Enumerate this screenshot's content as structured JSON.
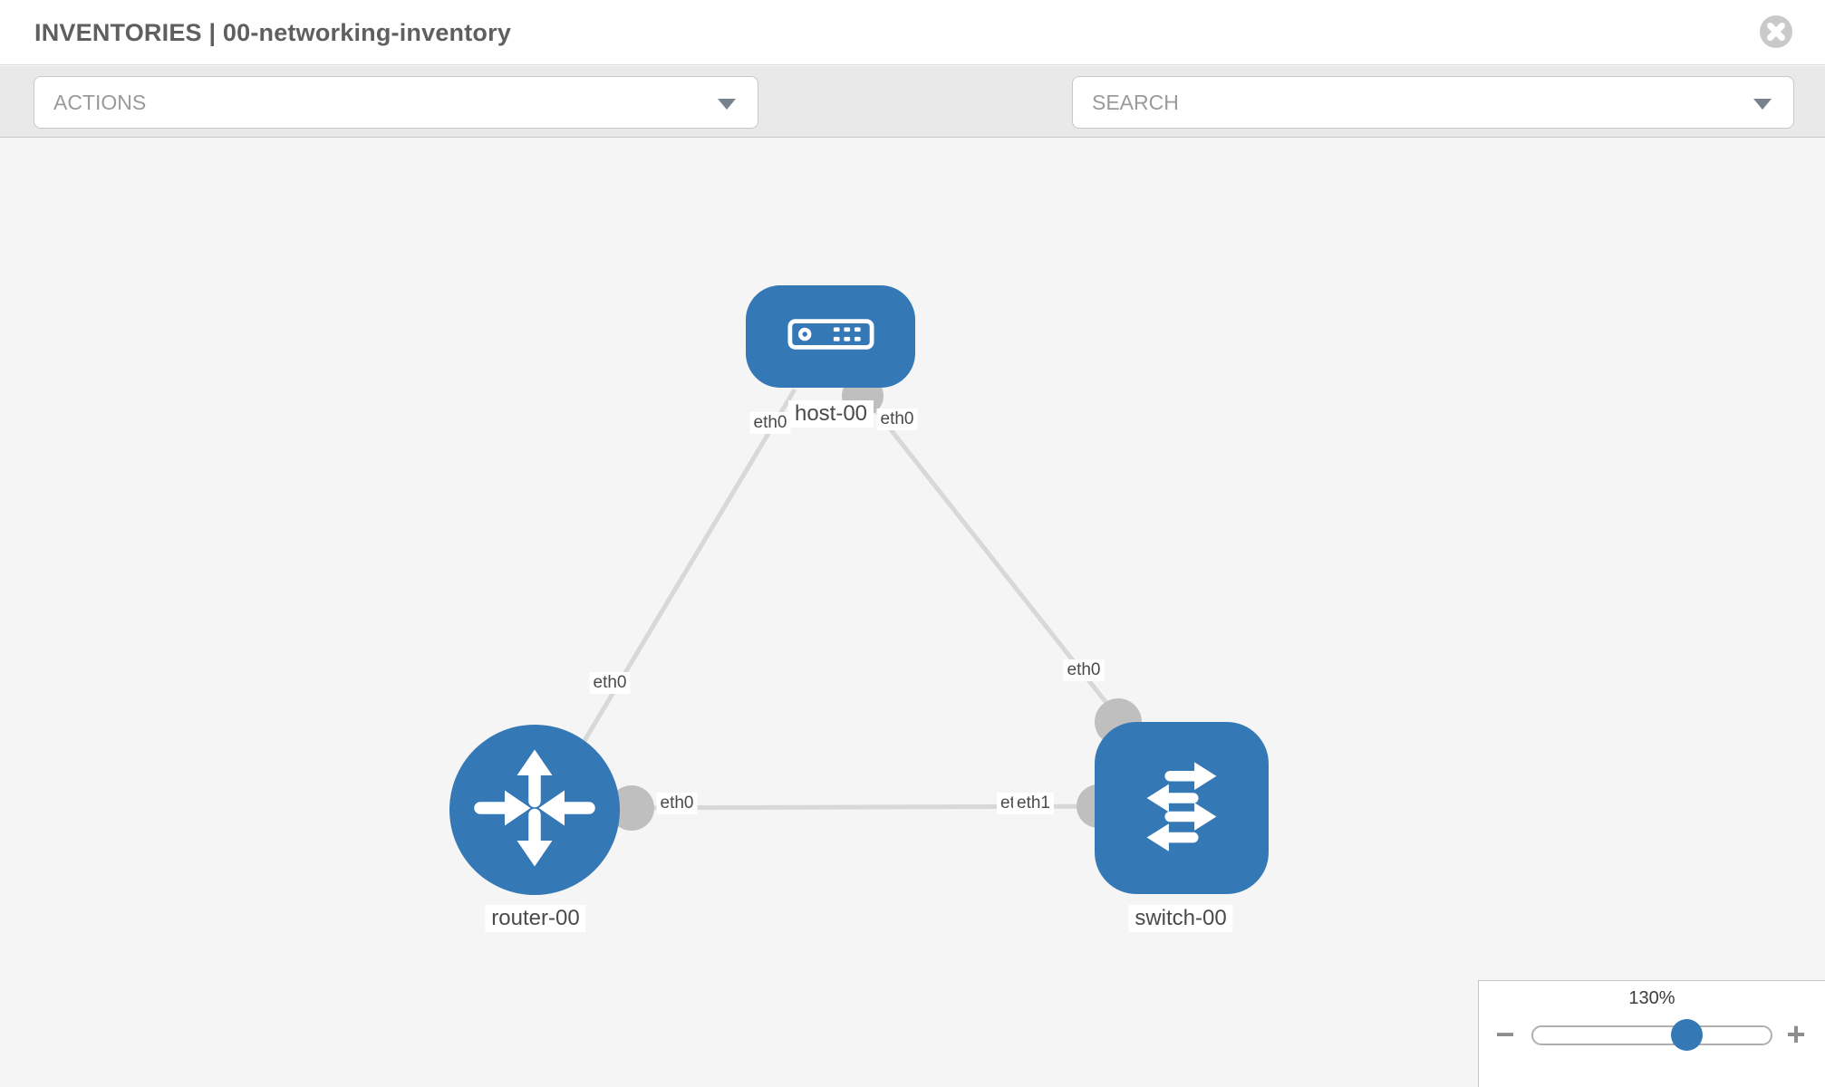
{
  "header": {
    "title": "INVENTORIES | 00-networking-inventory"
  },
  "toolbar": {
    "actions_label": "ACTIONS",
    "search_label": "SEARCH"
  },
  "topology": {
    "nodes": [
      {
        "id": "host-00",
        "type": "host",
        "label": "host-00"
      },
      {
        "id": "router-00",
        "type": "router",
        "label": "router-00"
      },
      {
        "id": "switch-00",
        "type": "switch",
        "label": "switch-00"
      }
    ],
    "links": [
      {
        "from": "host-00",
        "to": "router-00",
        "from_iface": "eth0",
        "to_iface": "eth0"
      },
      {
        "from": "host-00",
        "to": "switch-00",
        "from_iface": "eth0",
        "to_iface": "eth0"
      },
      {
        "from": "router-00",
        "to": "switch-00",
        "from_iface": "eth0",
        "to_iface": "eth1",
        "overlapped_iface_label": "eth0"
      }
    ]
  },
  "zoom_control": {
    "level": "130%",
    "minus_label": "−",
    "plus_label": "+"
  },
  "colors": {
    "node_blue": "#3478b5",
    "link_gray": "#d8d8d8",
    "connector_gray": "#bfbfbf",
    "toolbar_gray": "#e9e9e9",
    "canvas_gray": "#f5f5f5"
  }
}
